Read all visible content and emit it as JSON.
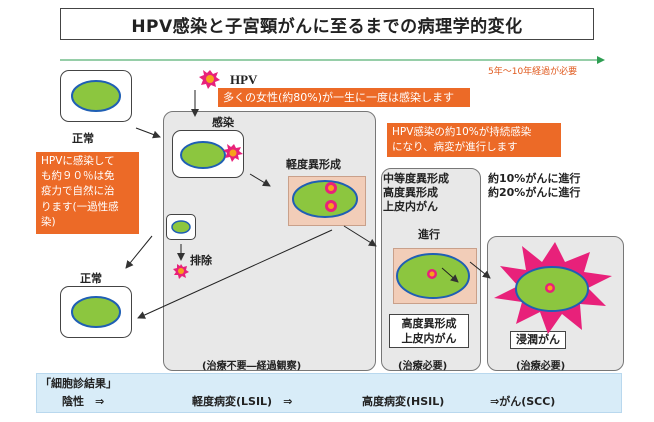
{
  "title": "HPV感染と子宮頸がんに至るまでの病理学的変化",
  "timeline_note": "5年～10年経過が必要",
  "hpv_label": "HPV",
  "callouts": {
    "infection_rate": "多くの女性(約80%)が一生に一度は感染します",
    "persistent": [
      "HPV感染の約10%が持続感染",
      "になり、病変が進行します"
    ],
    "immunity": [
      "HPVに感染して",
      "も約９０％は免",
      "疫力で自然に治",
      "ります(一過性感",
      "染)"
    ]
  },
  "labels": {
    "normal_top": "正常",
    "normal_bottom": "正常",
    "infection": "感染",
    "exclusion": "排除",
    "mild_dysplasia": "軽度異形成",
    "mod_severe": [
      "中等度異形成",
      "高度異形成",
      "上皮内がん"
    ],
    "progression": "進行",
    "cancer_rates": [
      "約10%がんに進行",
      "約20%がんに進行"
    ],
    "severe_box": [
      "高度異形成",
      "上皮内がん"
    ],
    "invasive": "浸潤がん"
  },
  "panel_notes": {
    "no_treatment": "(治療不要―経過観察)",
    "treatment1": "(治療必要)",
    "treatment2": "(治療必要)"
  },
  "cytology": {
    "header": "「細胞診結果」",
    "items": [
      "陰性　⇒",
      "軽度病変(LSIL)　⇒",
      "高度病変(HSIL)",
      "⇒がん(SCC)"
    ]
  },
  "colors": {
    "orange": "#ec6a27",
    "cell_green": "#8cc63f",
    "nucleus_blue": "#1f5fb4",
    "panel_gray": "#e5e5e5",
    "lesion_pink": "#f2cdb8",
    "invasive_magenta": "#e8217a",
    "timeline_green": "#2e9e52",
    "cytology_bg": "#d8ecf8"
  }
}
